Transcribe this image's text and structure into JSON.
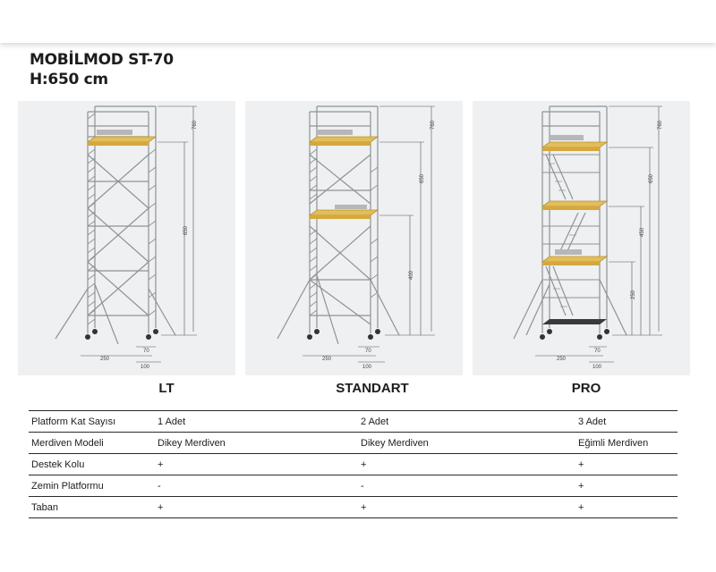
{
  "title": {
    "line1": "MOBİLMOD ST-70",
    "line2": "H:650 cm"
  },
  "variants": [
    {
      "name": "LT",
      "dims": {
        "total": "760",
        "platform": "650",
        "mid1": "",
        "mid2": "",
        "width": "250",
        "d70": "70",
        "d100": "100"
      }
    },
    {
      "name": "STANDART",
      "dims": {
        "total": "760",
        "platform": "650",
        "mid1": "400",
        "mid2": "",
        "width": "250",
        "d70": "70",
        "d100": "100"
      }
    },
    {
      "name": "PRO",
      "dims": {
        "total": "760",
        "platform": "650",
        "mid1": "450",
        "mid2": "250",
        "width": "250",
        "d70": "70",
        "d100": "100"
      }
    }
  ],
  "table": {
    "rows": [
      {
        "label": "Platform Kat Sayısı",
        "values": [
          "1 Adet",
          "2 Adet",
          "3 Adet"
        ]
      },
      {
        "label": "Merdiven Modeli",
        "values": [
          "Dikey Merdiven",
          "Dikey Merdiven",
          "Eğimli Merdiven"
        ]
      },
      {
        "label": "Destek Kolu",
        "values": [
          "+",
          "+",
          "+"
        ]
      },
      {
        "label": "Zemin Platformu",
        "values": [
          "-",
          "-",
          "+"
        ]
      },
      {
        "label": "Taban",
        "values": [
          "+",
          "+",
          "+"
        ]
      }
    ]
  },
  "colors": {
    "panel_bg": "#eef0f1",
    "frame": "#8e9396",
    "platform": "#e3bd5a",
    "text": "#1d1d1d"
  }
}
